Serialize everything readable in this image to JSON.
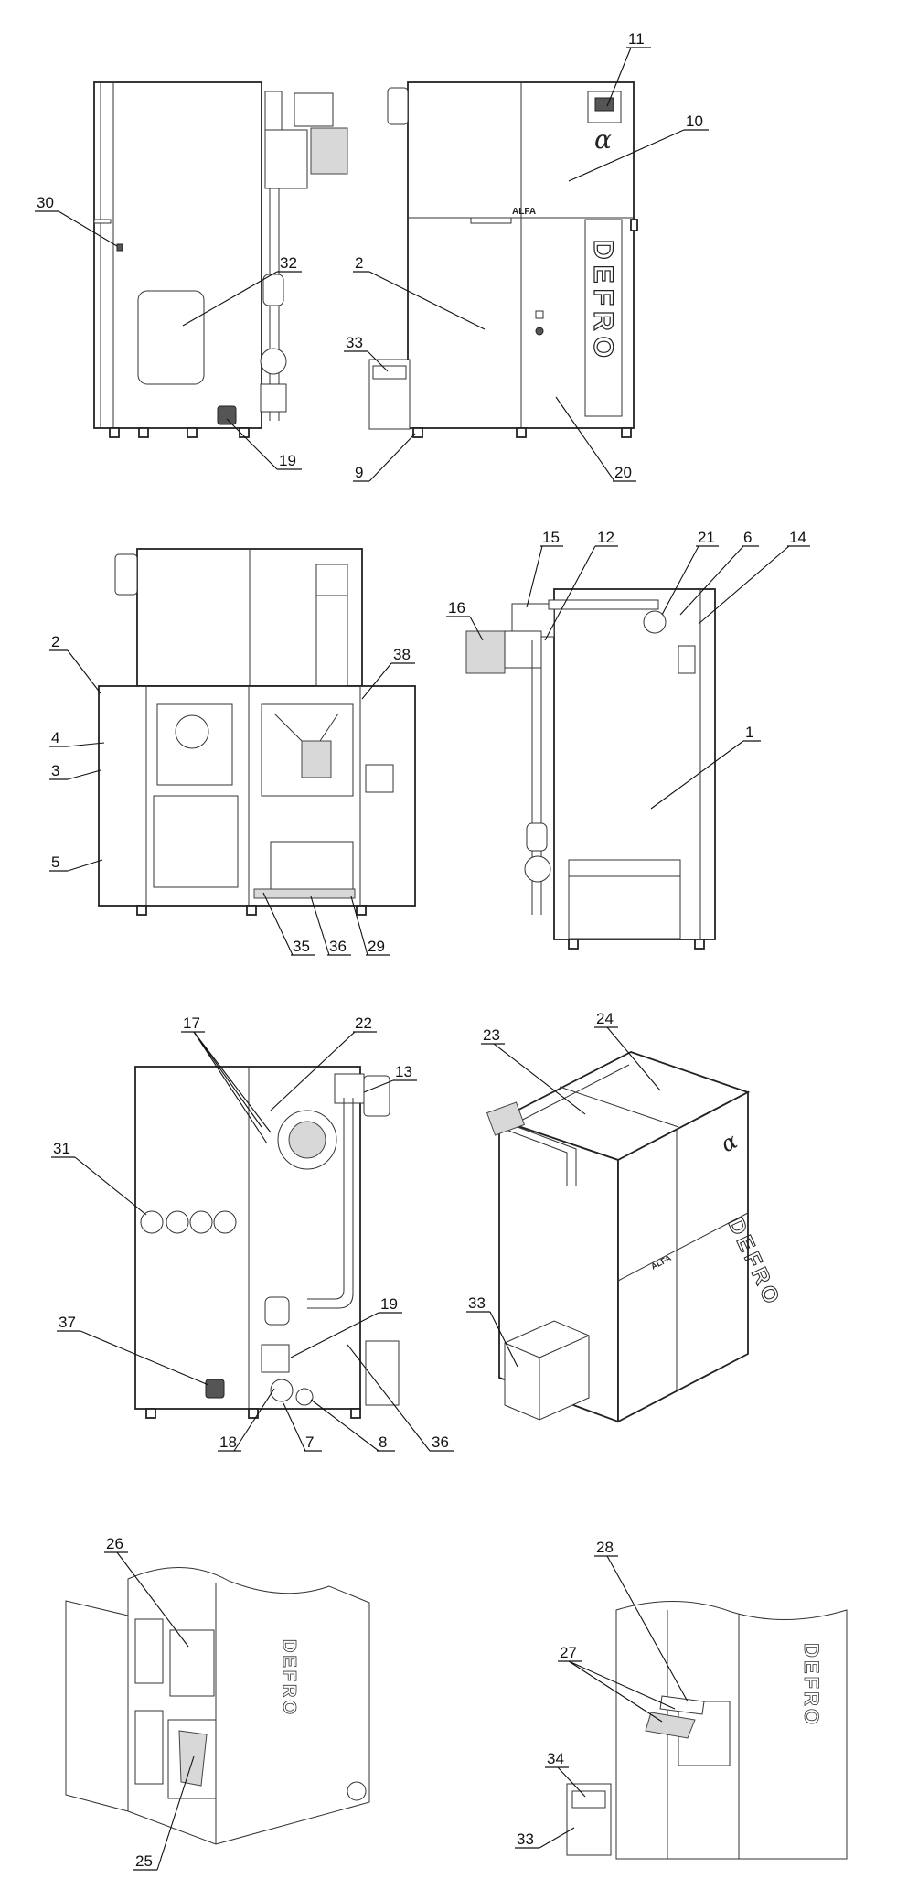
{
  "brand": {
    "alfa_label": "ALFA",
    "alpha_symbol": "α",
    "defro_vertical": "DEFRO"
  },
  "callouts": [
    {
      "id": "30",
      "text": "30"
    },
    {
      "id": "32",
      "text": "32"
    },
    {
      "id": "19a",
      "text": "19"
    },
    {
      "id": "11",
      "text": "11"
    },
    {
      "id": "10",
      "text": "10"
    },
    {
      "id": "2a",
      "text": "2"
    },
    {
      "id": "33a",
      "text": "33"
    },
    {
      "id": "9",
      "text": "9"
    },
    {
      "id": "20",
      "text": "20"
    },
    {
      "id": "2b",
      "text": "2"
    },
    {
      "id": "38",
      "text": "38"
    },
    {
      "id": "4",
      "text": "4"
    },
    {
      "id": "3",
      "text": "3"
    },
    {
      "id": "5",
      "text": "5"
    },
    {
      "id": "35",
      "text": "35"
    },
    {
      "id": "36a",
      "text": "36"
    },
    {
      "id": "29",
      "text": "29"
    },
    {
      "id": "15",
      "text": "15"
    },
    {
      "id": "12",
      "text": "12"
    },
    {
      "id": "21",
      "text": "21"
    },
    {
      "id": "6",
      "text": "6"
    },
    {
      "id": "14",
      "text": "14"
    },
    {
      "id": "16",
      "text": "16"
    },
    {
      "id": "1",
      "text": "1"
    },
    {
      "id": "17",
      "text": "17"
    },
    {
      "id": "22",
      "text": "22"
    },
    {
      "id": "13",
      "text": "13"
    },
    {
      "id": "31",
      "text": "31"
    },
    {
      "id": "19b",
      "text": "19"
    },
    {
      "id": "37",
      "text": "37"
    },
    {
      "id": "18",
      "text": "18"
    },
    {
      "id": "7",
      "text": "7"
    },
    {
      "id": "8",
      "text": "8"
    },
    {
      "id": "36b",
      "text": "36"
    },
    {
      "id": "23",
      "text": "23"
    },
    {
      "id": "24",
      "text": "24"
    },
    {
      "id": "33b",
      "text": "33"
    },
    {
      "id": "26",
      "text": "26"
    },
    {
      "id": "25",
      "text": "25"
    },
    {
      "id": "28",
      "text": "28"
    },
    {
      "id": "27",
      "text": "27"
    },
    {
      "id": "34",
      "text": "34"
    },
    {
      "id": "33c",
      "text": "33"
    }
  ]
}
